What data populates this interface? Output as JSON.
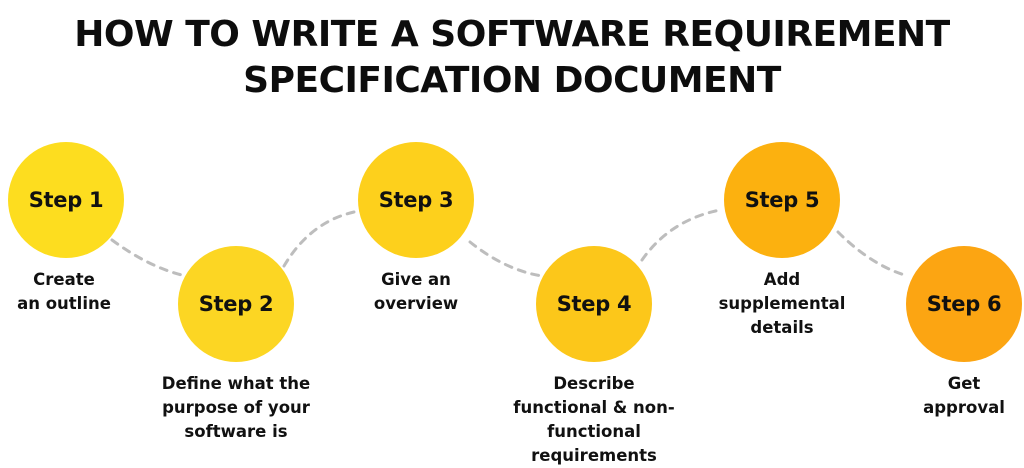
{
  "title": {
    "line1": "HOW TO WRITE A SOFTWARE REQUIREMENT",
    "line2": "SPECIFICATION DOCUMENT"
  },
  "colors": {
    "step1": "#fddd1f",
    "step2": "#fcd623",
    "step3": "#fdd01c",
    "step4": "#fcc71a",
    "step5": "#fcb10f",
    "step6": "#fca512",
    "connector": "#bdbdbd"
  },
  "steps": [
    {
      "label": "Step 1",
      "desc": [
        "Create",
        "an outline"
      ]
    },
    {
      "label": "Step 2",
      "desc": [
        "Define what the",
        "purpose of your",
        "software is"
      ]
    },
    {
      "label": "Step 3",
      "desc": [
        "Give an",
        "overview"
      ]
    },
    {
      "label": "Step 4",
      "desc": [
        "Describe",
        "functional & non-",
        "functional",
        "requirements"
      ]
    },
    {
      "label": "Step 5",
      "desc": [
        "Add",
        "supplemental",
        "details"
      ]
    },
    {
      "label": "Step 6",
      "desc": [
        "Get",
        "approval"
      ]
    }
  ]
}
